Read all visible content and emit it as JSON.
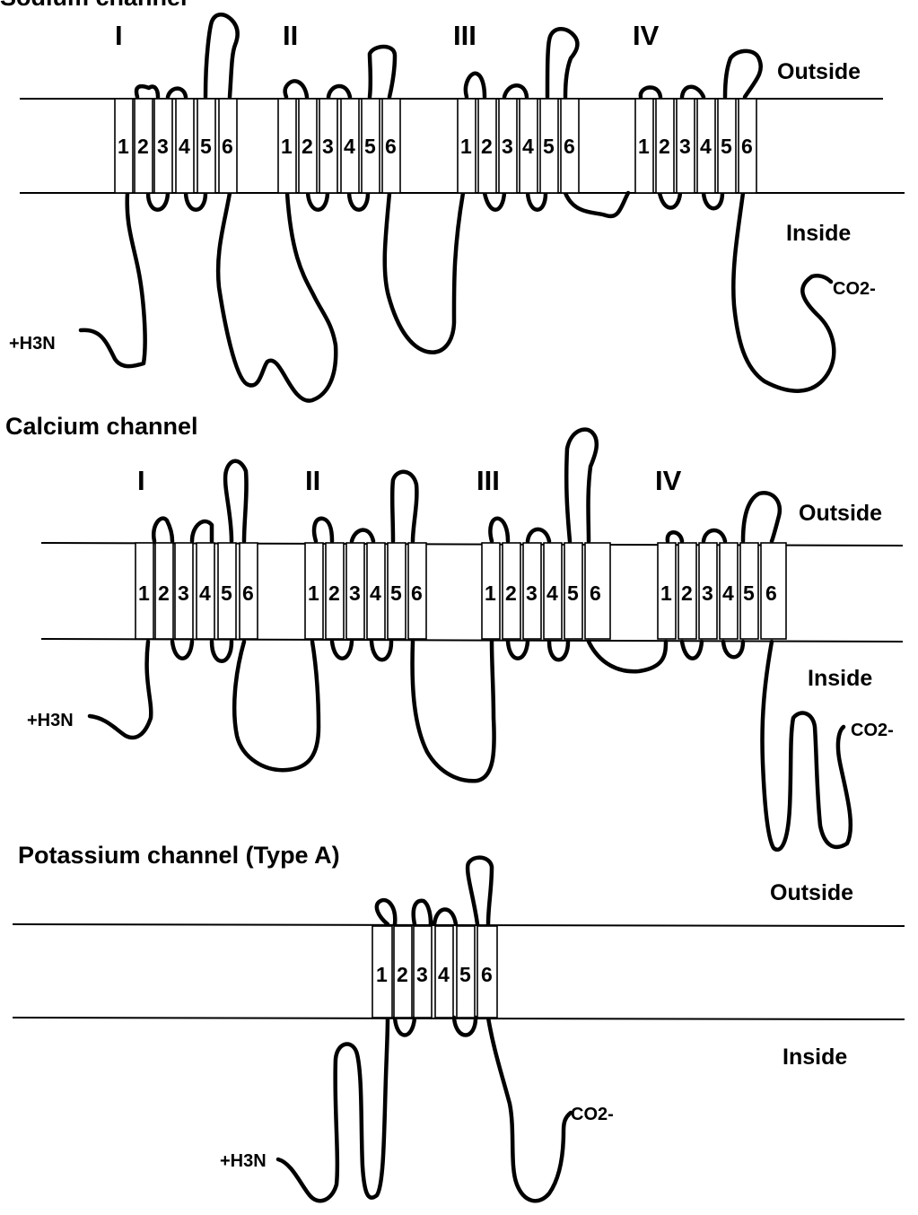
{
  "panels": [
    {
      "id": "sodium",
      "title": "Sodium channel",
      "domains": [
        "I",
        "II",
        "III",
        "IV"
      ],
      "segments": [
        "1",
        "2",
        "3",
        "4",
        "5",
        "6"
      ],
      "outside_label": "Outside",
      "inside_label": "Inside",
      "n_terminus": "+H3N",
      "c_terminus": "CO2-"
    },
    {
      "id": "calcium",
      "title": "Calcium channel",
      "domains": [
        "I",
        "II",
        "III",
        "IV"
      ],
      "segments": [
        "1",
        "2",
        "3",
        "4",
        "5",
        "6"
      ],
      "outside_label": "Outside",
      "inside_label": "Inside",
      "n_terminus": "+H3N",
      "c_terminus": "CO2-"
    },
    {
      "id": "potassium",
      "title": "Potassium channel (Type A)",
      "domains": [],
      "segments": [
        "1",
        "2",
        "3",
        "4",
        "5",
        "6"
      ],
      "outside_label": "Outside",
      "inside_label": "Inside",
      "n_terminus": "+H3N",
      "c_terminus": "CO2-"
    }
  ]
}
